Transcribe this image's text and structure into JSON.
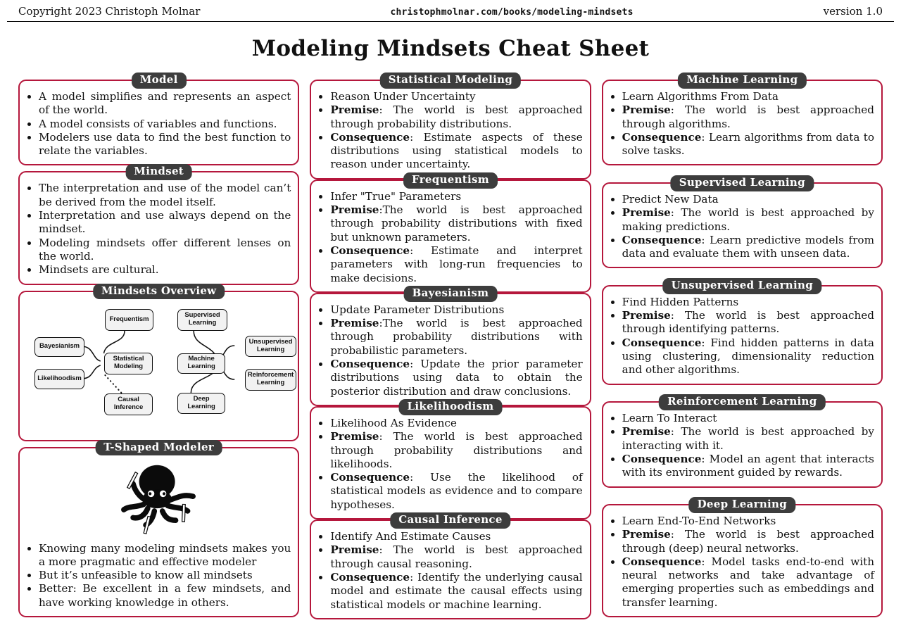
{
  "header": {
    "copyright": "Copyright 2023 Christoph Molnar",
    "url": "christophmolnar.com/books/modeling-mindsets",
    "version": "version 1.0"
  },
  "title": "Modeling Mindsets Cheat Sheet",
  "colors": {
    "accent_red": "#b5173c",
    "badge_gray": "#3d3d3d",
    "node_fill": "#f2f2f2"
  },
  "columns": [
    {
      "cards": [
        {
          "label": "Model",
          "bullets": [
            {
              "t": "A model simplifies and represents an aspect of the world."
            },
            {
              "t": "A model consists of variables and functions."
            },
            {
              "t": "Modelers use data to find the best function to relate the variables."
            }
          ]
        },
        {
          "label": "Mindset",
          "bullets": [
            {
              "t": "The interpretation and use of the model can’t be derived from the model itself."
            },
            {
              "t": "Interpretation and use always depend on the mindset."
            },
            {
              "t": "Modeling mindsets offer different lenses on the world."
            },
            {
              "t": "Mindsets are cultural."
            }
          ]
        },
        {
          "label": "Mindsets Overview",
          "figure": "mindsets-diagram",
          "nodes": [
            "Frequentism",
            "Bayesianism",
            "Likelihoodism",
            "Statistical Modeling",
            "Causal Inference",
            "Supervised Learning",
            "Machine Learning",
            "Unsupervised Learning",
            "Reinforcement Learning",
            "Deep Learning"
          ]
        },
        {
          "label": "T-Shaped Modeler",
          "figure": "octopus",
          "bullets": [
            {
              "t": "Knowing many modeling mindsets makes you a more pragmatic and effective modeler"
            },
            {
              "t": "But it’s unfeasible to know all mindsets"
            },
            {
              "t": "Better: Be excellent in a few mindsets, and have working knowledge in others."
            }
          ]
        }
      ]
    },
    {
      "cards": [
        {
          "label": "Statistical Modeling",
          "bullets": [
            {
              "t": "Reason Under Uncertainty"
            },
            {
              "b": "Premise",
              "t": ": The world is best approached through probability distributions."
            },
            {
              "b": "Consequence",
              "t": ": Estimate aspects of these distributions using statistical models to reason under uncertainty."
            }
          ]
        },
        {
          "label": "Frequentism",
          "bullets": [
            {
              "t": "Infer \"True\" Parameters"
            },
            {
              "b": "Premise",
              "t": ":The world is best approached through probability distributions with fixed but unknown parameters."
            },
            {
              "b": "Consequence",
              "t": ": Estimate and interpret parameters with long-run frequencies to make decisions."
            }
          ]
        },
        {
          "label": "Bayesianism",
          "bullets": [
            {
              "t": "Update Parameter Distributions"
            },
            {
              "b": "Premise",
              "t": ":The world is best approached through probability distributions with probabilistic parameters."
            },
            {
              "b": "Consequence",
              "t": ": Update the prior parameter distributions using data to obtain the posterior distribution and draw conclusions."
            }
          ]
        },
        {
          "label": "Likelihoodism",
          "bullets": [
            {
              "t": "Likelihood As Evidence"
            },
            {
              "b": "Premise",
              "t": ": The world is best approached through probability distributions and likelihoods."
            },
            {
              "b": "Consequence",
              "t": ": Use the likelihood of statistical models as evidence and to compare hypotheses."
            }
          ]
        },
        {
          "label": "Causal Inference",
          "bullets": [
            {
              "t": "Identify And Estimate Causes"
            },
            {
              "b": "Premise",
              "t": ": The world is best approached through causal reasoning."
            },
            {
              "b": "Consequence",
              "t": ": Identify the underlying causal model and estimate the causal effects using statistical models or machine learning."
            }
          ]
        }
      ]
    },
    {
      "cards": [
        {
          "label": "Machine Learning",
          "bullets": [
            {
              "t": "Learn Algorithms From Data"
            },
            {
              "b": "Premise",
              "t": ": The world is best approached through algorithms."
            },
            {
              "b": "Consequence",
              "t": ": Learn algorithms from data to solve tasks."
            }
          ]
        },
        {
          "label": "Supervised Learning",
          "bullets": [
            {
              "t": "Predict New Data"
            },
            {
              "b": "Premise",
              "t": ": The world is best approached by making predictions."
            },
            {
              "b": "Consequence",
              "t": ": Learn predictive models from data and evaluate them with unseen data."
            }
          ]
        },
        {
          "label": "Unsupervised Learning",
          "bullets": [
            {
              "t": "Find Hidden Patterns"
            },
            {
              "b": "Premise",
              "t": ": The world is best approached through identifying patterns."
            },
            {
              "b": "Consequence",
              "t": ": Find hidden patterns in data using clustering, dimensionality reduction and other algorithms."
            }
          ]
        },
        {
          "label": "Reinforcement Learning",
          "bullets": [
            {
              "t": "Learn To Interact"
            },
            {
              "b": "Premise",
              "t": ": The world is best approached by interacting with it."
            },
            {
              "b": "Consequence",
              "t": ": Model an agent that interacts with its environment guided by rewards."
            }
          ]
        },
        {
          "label": "Deep Learning",
          "bullets": [
            {
              "t": "Learn End-To-End Networks"
            },
            {
              "b": "Premise",
              "t": ": The world is best approached through (deep) neural networks."
            },
            {
              "b": "Consequence",
              "t": ": Model tasks end-to-end with neural networks and take advantage of emerging properties such as embeddings and transfer learning."
            }
          ]
        }
      ]
    }
  ]
}
